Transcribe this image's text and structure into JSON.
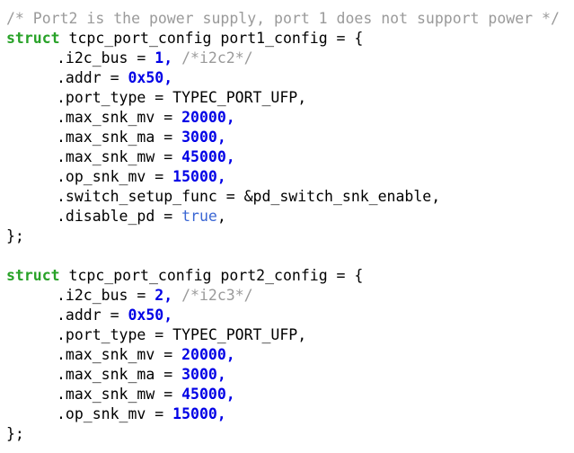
{
  "page": {
    "background": "#ffffff"
  },
  "colors": {
    "plain": "#000000",
    "comment": "#9a9a9a",
    "keyword": "#28a228",
    "number": "#0000e6",
    "boolean": "#3a66d4"
  },
  "code": {
    "language": "c",
    "lines": [
      {
        "indent": 0,
        "segments": [
          {
            "t": "/* Port2 is the power supply, port 1 does not support power */",
            "c": "comment"
          }
        ]
      },
      {
        "indent": 0,
        "segments": [
          {
            "t": "struct",
            "c": "keyword"
          },
          {
            "t": " tcpc_port_config port1_config = {",
            "c": "plain"
          }
        ]
      },
      {
        "indent": 1,
        "segments": [
          {
            "t": ".i2c_bus = ",
            "c": "plain"
          },
          {
            "t": "1,",
            "c": "number"
          },
          {
            "t": " ",
            "c": "plain"
          },
          {
            "t": "/*i2c2*/",
            "c": "comment"
          }
        ]
      },
      {
        "indent": 1,
        "segments": [
          {
            "t": ".addr = ",
            "c": "plain"
          },
          {
            "t": "0x50,",
            "c": "number"
          }
        ]
      },
      {
        "indent": 1,
        "segments": [
          {
            "t": ".port_type = TYPEC_PORT_UFP,",
            "c": "plain"
          }
        ]
      },
      {
        "indent": 1,
        "segments": [
          {
            "t": ".max_snk_mv = ",
            "c": "plain"
          },
          {
            "t": "20000,",
            "c": "number"
          }
        ]
      },
      {
        "indent": 1,
        "segments": [
          {
            "t": ".max_snk_ma = ",
            "c": "plain"
          },
          {
            "t": "3000,",
            "c": "number"
          }
        ]
      },
      {
        "indent": 1,
        "segments": [
          {
            "t": ".max_snk_mw = ",
            "c": "plain"
          },
          {
            "t": "45000,",
            "c": "number"
          }
        ]
      },
      {
        "indent": 1,
        "segments": [
          {
            "t": ".op_snk_mv = ",
            "c": "plain"
          },
          {
            "t": "15000,",
            "c": "number"
          }
        ]
      },
      {
        "indent": 1,
        "segments": [
          {
            "t": ".switch_setup_func = &pd_switch_snk_enable,",
            "c": "plain"
          }
        ]
      },
      {
        "indent": 1,
        "segments": [
          {
            "t": ".disable_pd = ",
            "c": "plain"
          },
          {
            "t": "true",
            "c": "boolean"
          },
          {
            "t": ",",
            "c": "plain"
          }
        ]
      },
      {
        "indent": 0,
        "segments": [
          {
            "t": "};",
            "c": "plain"
          }
        ]
      },
      {
        "indent": 0,
        "segments": []
      },
      {
        "indent": 0,
        "segments": [
          {
            "t": "struct",
            "c": "keyword"
          },
          {
            "t": " tcpc_port_config port2_config = {",
            "c": "plain"
          }
        ]
      },
      {
        "indent": 1,
        "segments": [
          {
            "t": ".i2c_bus = ",
            "c": "plain"
          },
          {
            "t": "2,",
            "c": "number"
          },
          {
            "t": " ",
            "c": "plain"
          },
          {
            "t": "/*i2c3*/",
            "c": "comment"
          }
        ]
      },
      {
        "indent": 1,
        "segments": [
          {
            "t": ".addr = ",
            "c": "plain"
          },
          {
            "t": "0x50,",
            "c": "number"
          }
        ]
      },
      {
        "indent": 1,
        "segments": [
          {
            "t": ".port_type = TYPEC_PORT_UFP,",
            "c": "plain"
          }
        ]
      },
      {
        "indent": 1,
        "segments": [
          {
            "t": ".max_snk_mv = ",
            "c": "plain"
          },
          {
            "t": "20000,",
            "c": "number"
          }
        ]
      },
      {
        "indent": 1,
        "segments": [
          {
            "t": ".max_snk_ma = ",
            "c": "plain"
          },
          {
            "t": "3000,",
            "c": "number"
          }
        ]
      },
      {
        "indent": 1,
        "segments": [
          {
            "t": ".max_snk_mw = ",
            "c": "plain"
          },
          {
            "t": "45000,",
            "c": "number"
          }
        ]
      },
      {
        "indent": 1,
        "segments": [
          {
            "t": ".op_snk_mv = ",
            "c": "plain"
          },
          {
            "t": "15000,",
            "c": "number"
          }
        ]
      },
      {
        "indent": 0,
        "segments": [
          {
            "t": "};",
            "c": "plain"
          }
        ]
      }
    ]
  }
}
